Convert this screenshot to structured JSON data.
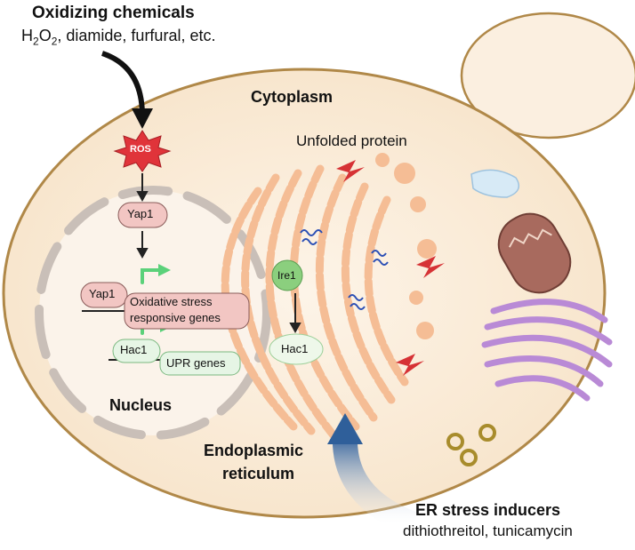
{
  "oxidizing": {
    "title": "Oxidizing chemicals",
    "subtitle_h": "H",
    "subtitle_sub1": "2",
    "subtitle_o": "O",
    "subtitle_sub2": "2",
    "subtitle_rest": ", diamide, furfural, etc."
  },
  "cytoplasm_label": "Cytoplasm",
  "ros_label": "ROS",
  "unfolded_protein_label": "Unfolded protein",
  "yap1_top_label": "Yap1",
  "yap1_gene_label": "Yap1",
  "oxidative_genes_line1": "Oxidative stress",
  "oxidative_genes_line2": "responsive genes",
  "ire1_label": "Ire1",
  "hac1_cyto_label": "Hac1",
  "hac1_gene_label": "Hac1",
  "upr_genes_label": "UPR genes",
  "nucleus_label": "Nucleus",
  "er_label_line1": "Endoplasmic",
  "er_label_line2": "reticulum",
  "er_stress": {
    "title": "ER stress inducers",
    "subtitle": "dithiothreitol, tunicamycin"
  },
  "colors": {
    "cell_fill": "#fbefe0",
    "cell_stroke": "#b08848",
    "er_fill": "#f5bd95",
    "ros_fill": "#e0343a",
    "pill_fill": "#f2c6c3",
    "mito_fill": "#a86a5e",
    "golgi_fill": "#b98ad6",
    "vacuole_fill": "#d7eaf6",
    "green_arrow": "#5bd17a",
    "blue_arrow": "#2f5f9a",
    "bolt": "#d63235"
  }
}
